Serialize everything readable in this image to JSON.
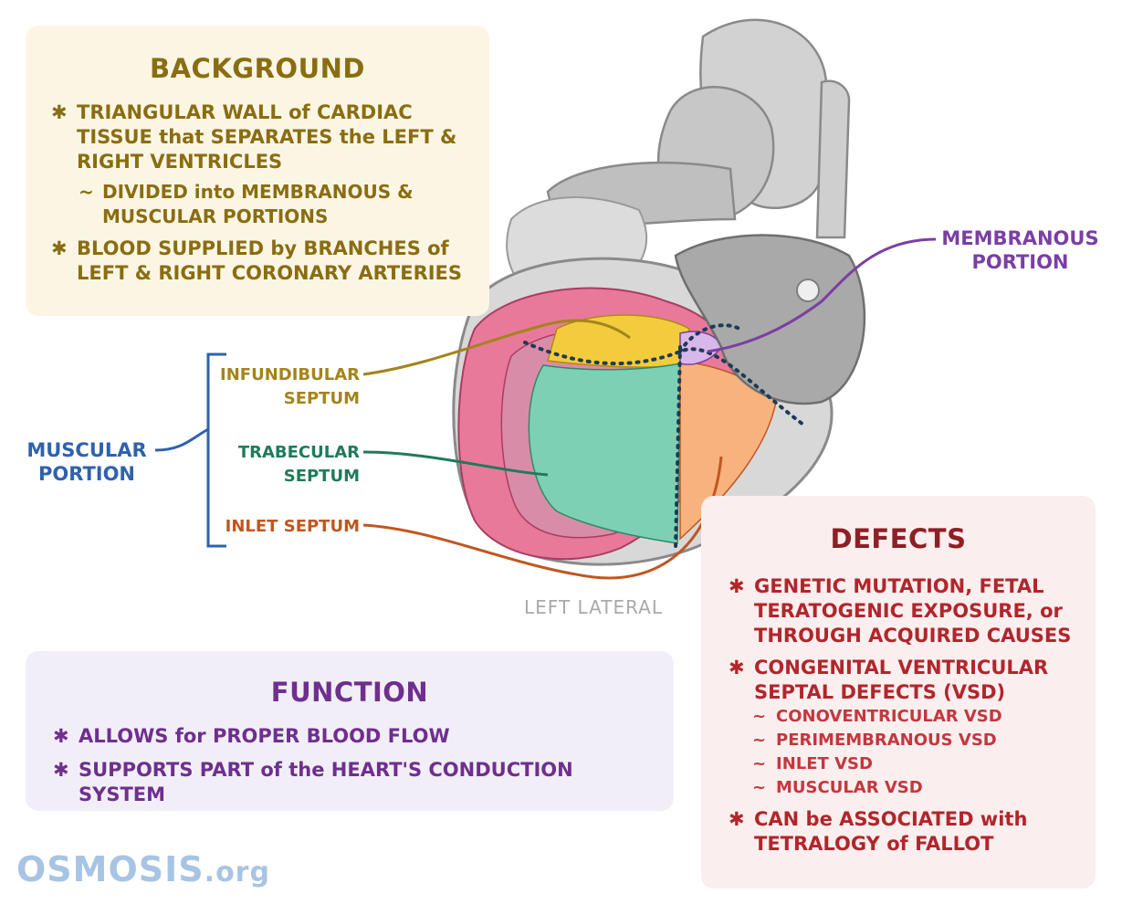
{
  "background": {
    "title": "BACKGROUND",
    "bullet1": "TRIANGULAR WALL of CARDIAC TISSUE that SEPARATES the LEFT & RIGHT VENTRICLES",
    "sub1": "DIVIDED into MEMBRANOUS & MUSCULAR PORTIONS",
    "bullet2": "BLOOD SUPPLIED by BRANCHES of LEFT & RIGHT CORONARY ARTERIES"
  },
  "function": {
    "title": "FUNCTION",
    "bullet1": "ALLOWS for PROPER BLOOD FLOW",
    "bullet2": "SUPPORTS PART of the HEART'S CONDUCTION SYSTEM"
  },
  "defects": {
    "title": "DEFECTS",
    "bullet1": "GENETIC MUTATION, FETAL TERATOGENIC EXPOSURE, or THROUGH ACQUIRED CAUSES",
    "bullet2": "CONGENITAL VENTRICULAR SEPTAL DEFECTS (VSD)",
    "subs": [
      "CONOVENTRICULAR VSD",
      "PERIMEMBRANOUS VSD",
      "INLET VSD",
      "MUSCULAR VSD"
    ],
    "bullet3": "CAN be ASSOCIATED with TETRALOGY of FALLOT"
  },
  "labels": {
    "membranous": "MEMBRANOUS PORTION",
    "muscular": "MUSCULAR PORTION",
    "infundibular": "INFUNDIBULAR SEPTUM",
    "trabecular": "TRABECULAR SEPTUM",
    "inlet": "INLET SEPTUM",
    "view": "LEFT LATERAL"
  },
  "symbols": {
    "star": "✱",
    "tilde": "~"
  },
  "logo": {
    "main": "OSMOSIS",
    "suffix": ".org"
  },
  "colors": {
    "background_panel": "#fbf6e4",
    "function_panel": "#f2eef7",
    "defects_panel": "#fbeeee",
    "membranous": "#7b3fa3",
    "muscular": "#2f62ad",
    "infundibular": "#a4841a",
    "trabecular": "#1f7b5a",
    "inlet": "#c0571f",
    "myocardium": "#e8799b",
    "septum_green": "#7ed0b4",
    "septum_yellow": "#f2cc3c"
  }
}
